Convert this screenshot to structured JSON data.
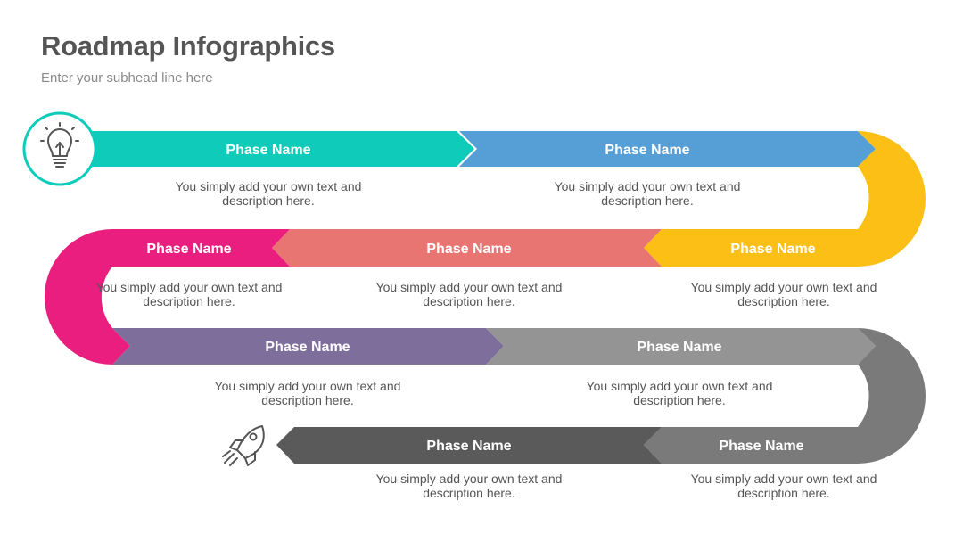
{
  "title": "Roadmap Infographics",
  "subtitle": "Enter your subhead line here",
  "phases": [
    {
      "label": "Phase Name",
      "desc": "You simply add your own text and description here.",
      "color": "#0ecbba"
    },
    {
      "label": "Phase Name",
      "desc": "You simply add your own text and description here.",
      "color": "#559fd6"
    },
    {
      "label": "Phase Name",
      "desc": "You simply add your own text and description here.",
      "color": "#fbbf16"
    },
    {
      "label": "Phase Name",
      "desc": "You simply add your own text and description here.",
      "color": "#e87572"
    },
    {
      "label": "Phase Name",
      "desc": "You simply add your own text and description here.",
      "color": "#ea1e7f"
    },
    {
      "label": "Phase Name",
      "desc": "You simply add your own text and description here.",
      "color": "#7e6e9c"
    },
    {
      "label": "Phase Name",
      "desc": "You simply add your own text and description here.",
      "color": "#949494"
    },
    {
      "label": "Phase Name",
      "desc": "You simply add your own text and description here.",
      "color": "#7a7a7a"
    },
    {
      "label": "Phase Name",
      "desc": "You simply add your own text and description here.",
      "color": "#5a5a5a"
    }
  ],
  "start_icon": "lightbulb-icon",
  "end_icon": "rocket-icon",
  "accent": "#0ecbba"
}
